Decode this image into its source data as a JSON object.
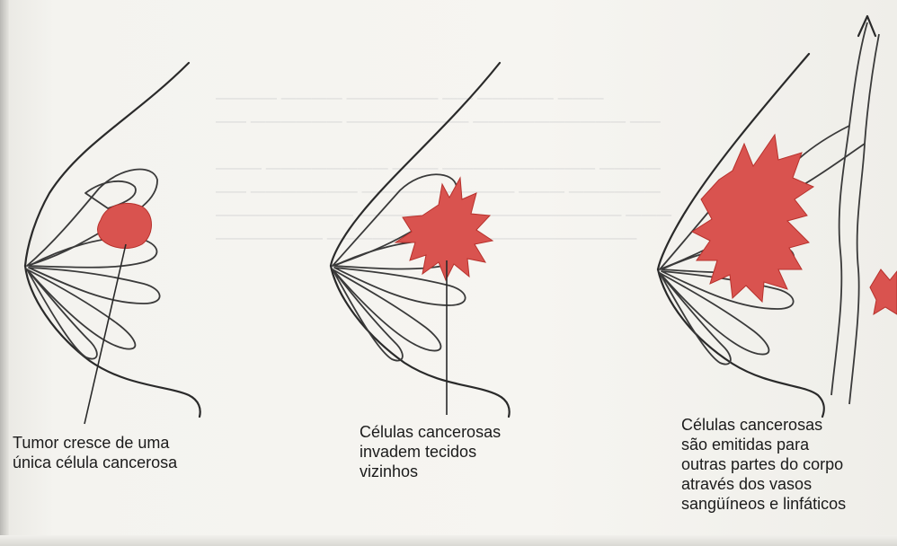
{
  "colors": {
    "tumor": "#d9534f",
    "outline": "#2a2a2a",
    "paper": "#f4f3ef"
  },
  "stages": [
    {
      "caption_lines": [
        "Tumor cresce de uma",
        "única célula cancerosa"
      ]
    },
    {
      "caption_lines": [
        "Células cancerosas",
        "invadem tecidos",
        "vizinhos"
      ]
    },
    {
      "caption_lines": [
        "Células cancerosas",
        "são emitidas para",
        "outras partes do corpo",
        "através dos vasos",
        "sangüíneos e linfáticos"
      ]
    }
  ]
}
